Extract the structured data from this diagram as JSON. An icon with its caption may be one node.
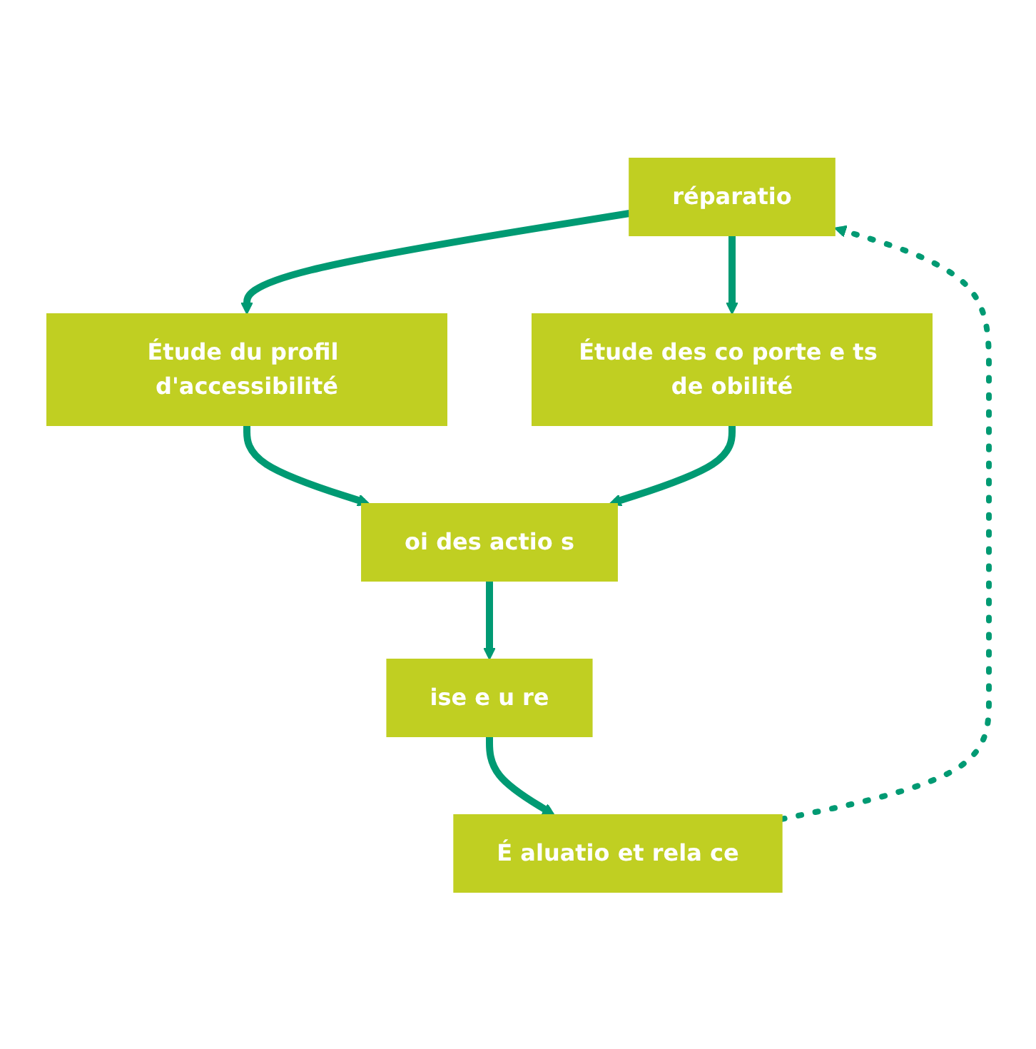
{
  "diagram": {
    "nodes": [
      {
        "text": [
          "réparatio"
        ]
      },
      {
        "text": [
          "Étude du profil d'accessibilité"
        ]
      },
      {
        "text": [
          "Étude des co porte e ts de obilité"
        ]
      },
      {
        "text": [
          "oi des actio s"
        ]
      },
      {
        "text": [
          "ise e u re"
        ]
      },
      {
        "text": [
          "É aluatio et rela ce"
        ]
      }
    ],
    "edges": [
      {
        "from": 0,
        "to": 1,
        "arrow": "to"
      },
      {
        "from": 0,
        "to": 2,
        "arrow": "to"
      },
      {
        "from": 1,
        "to": 3,
        "arrow": "to"
      },
      {
        "from": 2,
        "to": 3,
        "arrow": "to"
      },
      {
        "from": 3,
        "to": 4,
        "arrow": "to"
      },
      {
        "from": 4,
        "to": 5,
        "arrow": "to"
      },
      {
        "from": 5,
        "to": 0,
        "arrow": "to",
        "style": "dashed"
      }
    ]
  }
}
